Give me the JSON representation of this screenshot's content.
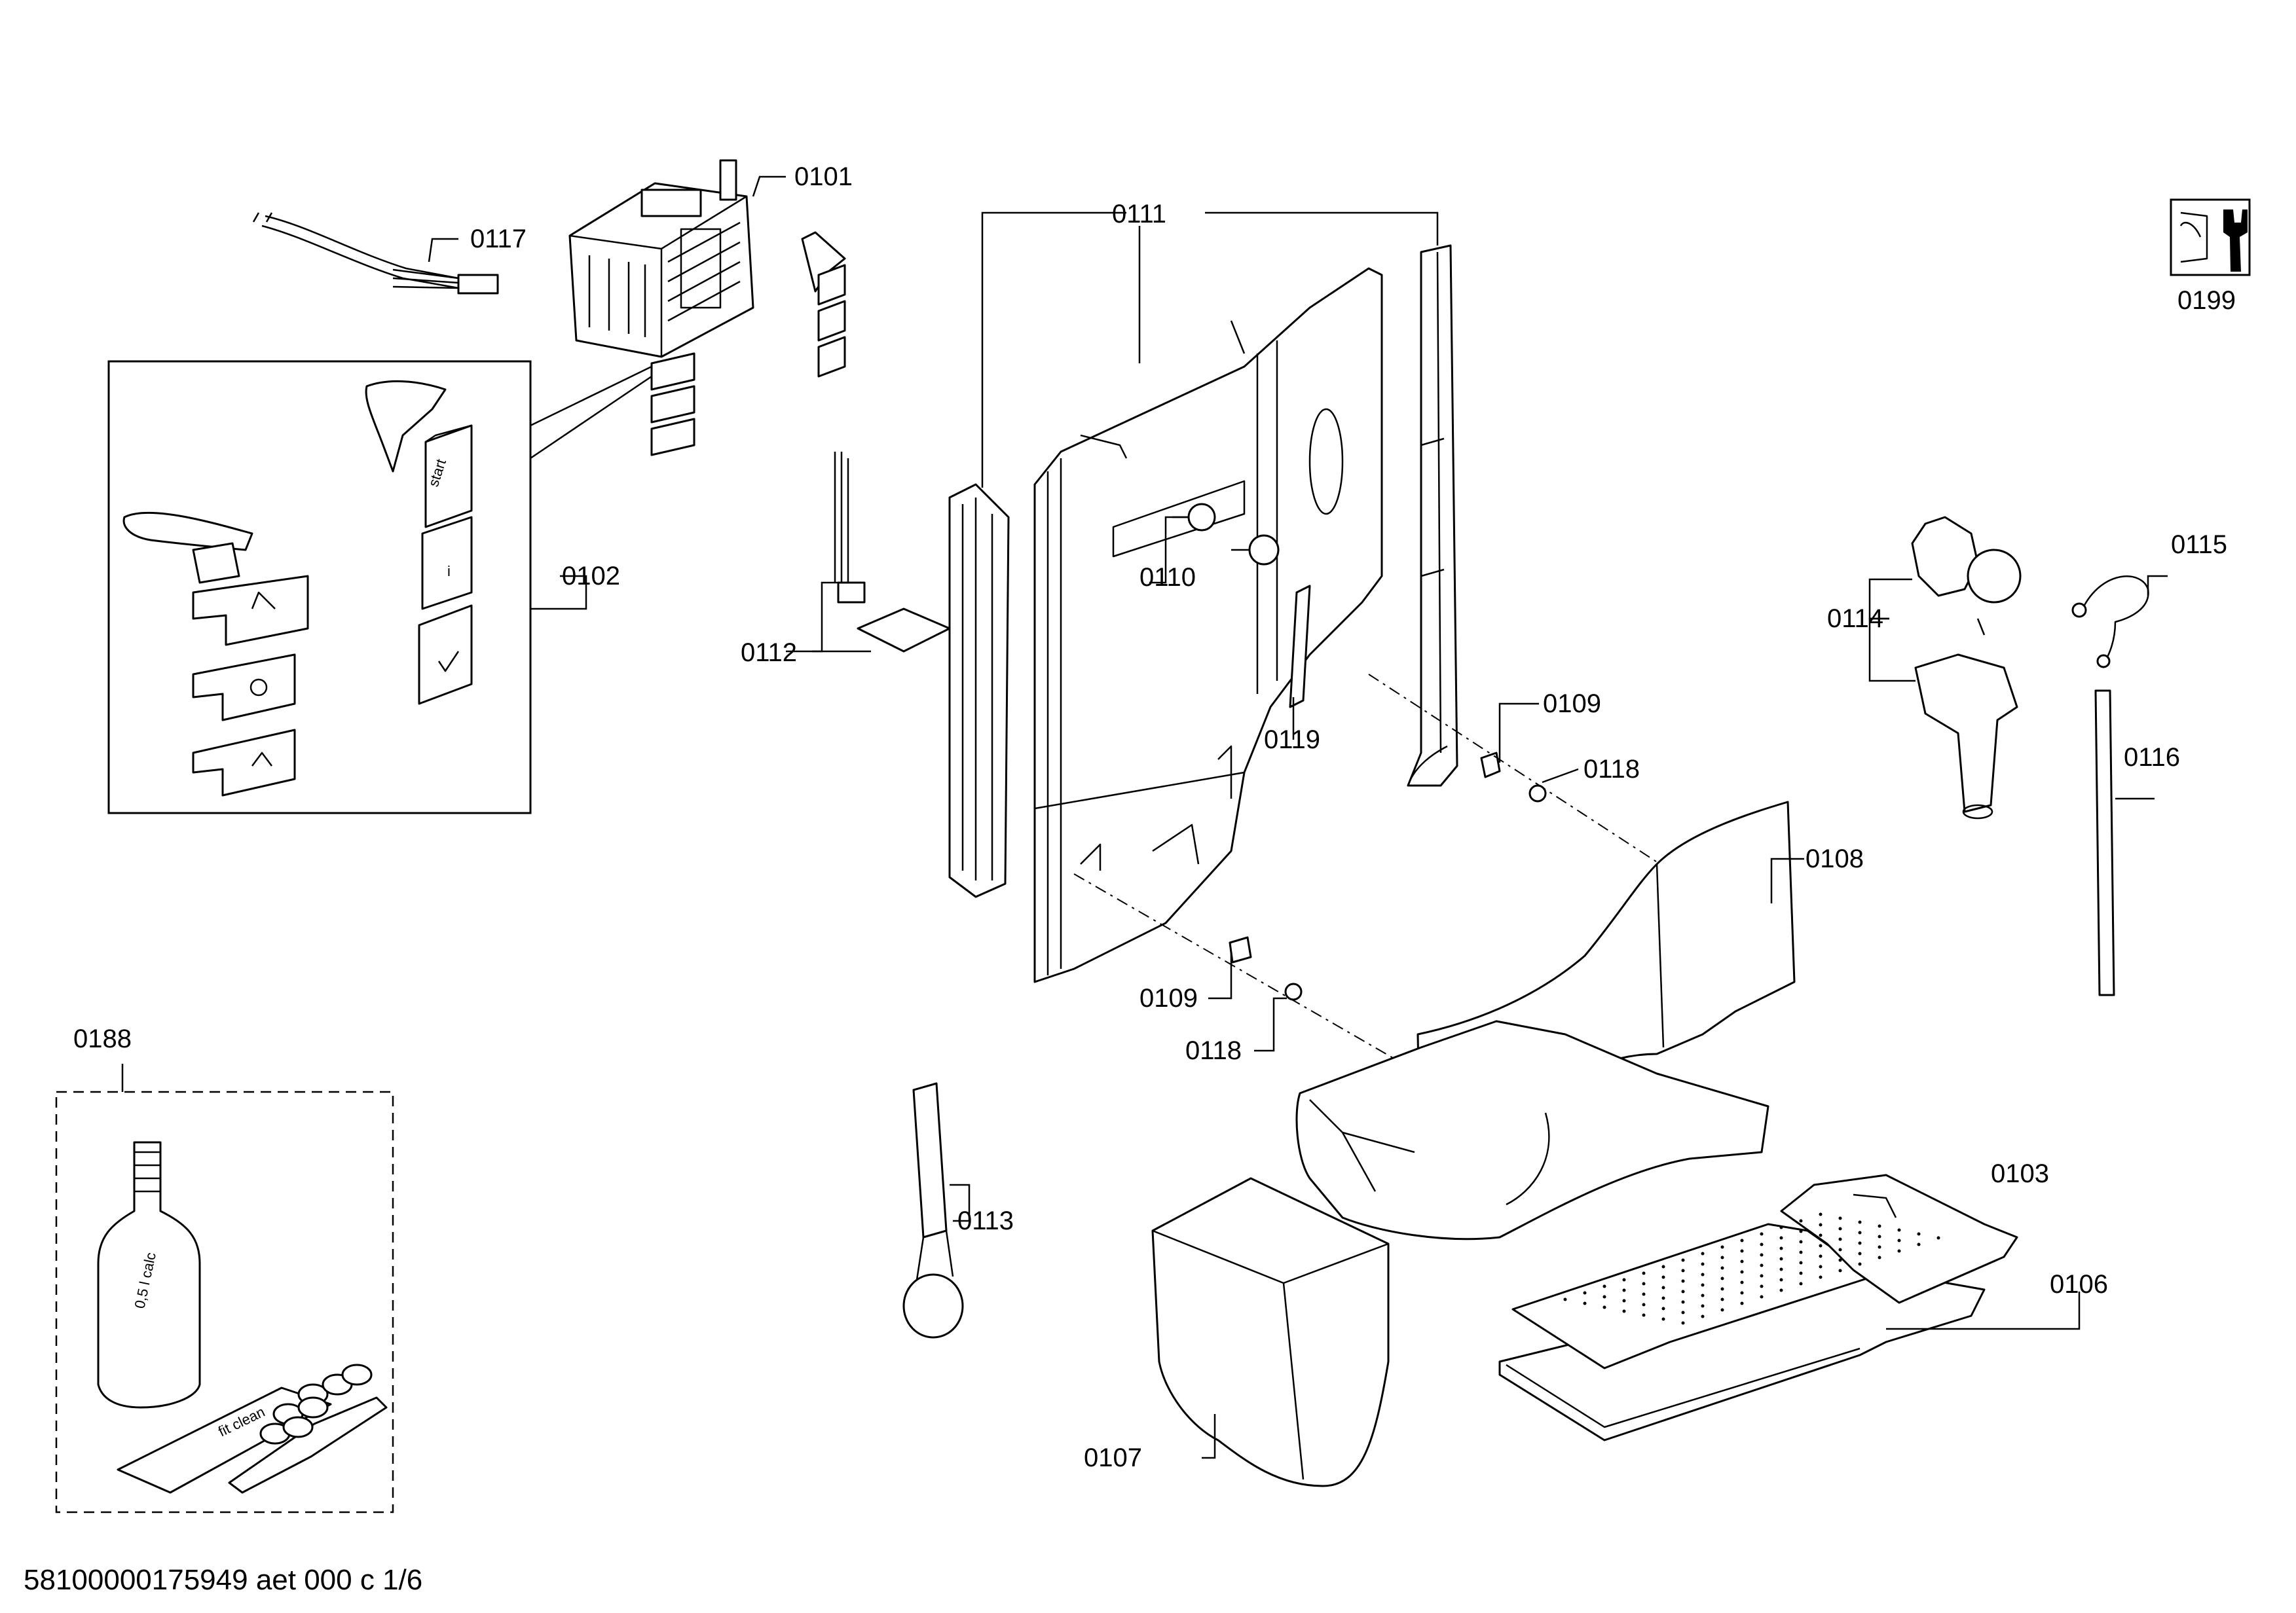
{
  "diagram": {
    "callouts": [
      {
        "id": "0101",
        "text": "0101"
      },
      {
        "id": "0102",
        "text": "0102"
      },
      {
        "id": "0103",
        "text": "0103"
      },
      {
        "id": "0106",
        "text": "0106"
      },
      {
        "id": "0107",
        "text": "0107"
      },
      {
        "id": "0108",
        "text": "0108"
      },
      {
        "id": "0109a",
        "text": "0109"
      },
      {
        "id": "0109b",
        "text": "0109"
      },
      {
        "id": "0110",
        "text": "0110"
      },
      {
        "id": "0111",
        "text": "0111"
      },
      {
        "id": "0112",
        "text": "0112"
      },
      {
        "id": "0113",
        "text": "0113"
      },
      {
        "id": "0114",
        "text": "0114"
      },
      {
        "id": "0115",
        "text": "0115"
      },
      {
        "id": "0116",
        "text": "0116"
      },
      {
        "id": "0117",
        "text": "0117"
      },
      {
        "id": "0118a",
        "text": "0118"
      },
      {
        "id": "0118b",
        "text": "0118"
      },
      {
        "id": "0119",
        "text": "0119"
      },
      {
        "id": "0188",
        "text": "0188"
      },
      {
        "id": "0199",
        "text": "0199"
      }
    ],
    "part_markings": {
      "button_start": "start",
      "button_info": "i",
      "bottle": "0,5 l calc",
      "tablet_pack": "fit clean"
    },
    "footer": "58100000175949 aet 000 c 1/6"
  }
}
